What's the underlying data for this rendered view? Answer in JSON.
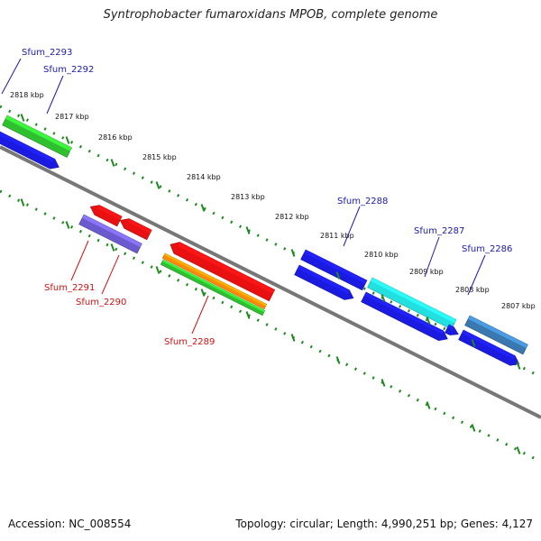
{
  "title": "Syntrophobacter fumaroxidans MPOB, complete genome",
  "footer": {
    "accession": "Accession: NC_008554",
    "summary": "Topology: circular; Length: 4,990,251 bp; Genes: 4,127"
  },
  "colors": {
    "backbone": "#777777",
    "scale_dots": "#1e8a1e",
    "label_forward": "#1a1aaa",
    "label_reverse": "#cc1111"
  },
  "tick_labels": [
    "2818 kbp",
    "2817 kbp",
    "2816 kbp",
    "2815 kbp",
    "2814 kbp",
    "2813 kbp",
    "2812 kbp",
    "2811 kbp",
    "2810 kbp",
    "2809 kbp",
    "2808 kbp",
    "2807 kbp"
  ],
  "genes": [
    {
      "name": "Sfum_2293",
      "strand": "forward",
      "color": "#1a1ae0"
    },
    {
      "name": "Sfum_2292",
      "strand": "forward",
      "color": "#2ec02e"
    },
    {
      "name": "Sfum_2288",
      "strand": "forward",
      "color": "#1a1ae0"
    },
    {
      "name": "Sfum_2287",
      "strand": "forward",
      "color": "#22e0e0"
    },
    {
      "name": "Sfum_2286",
      "strand": "forward",
      "color": "#3a78b0"
    },
    {
      "name": "Sfum_2291",
      "strand": "reverse",
      "color": "#e81010"
    },
    {
      "name": "Sfum_2290",
      "strand": "reverse",
      "color": "#6a5acd"
    },
    {
      "name": "Sfum_2289",
      "strand": "reverse",
      "color": "#e81010"
    }
  ]
}
